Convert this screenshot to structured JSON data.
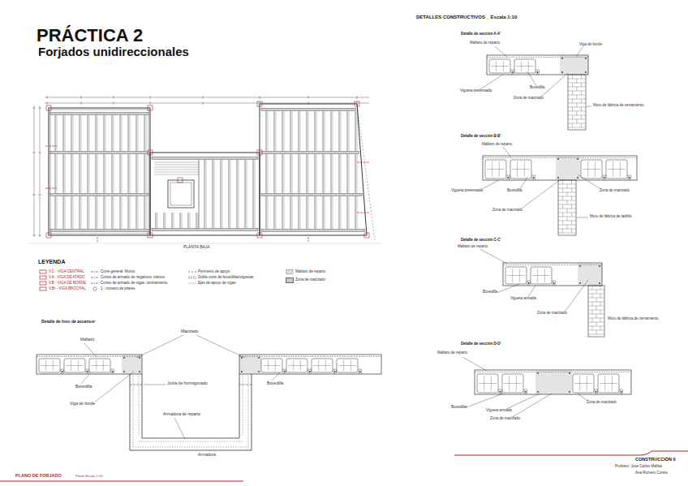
{
  "diagram": {
    "title": "PRÁCTICA 2",
    "labels": [
      "Forjados unidireccionales",
      "PLANTA BAJA",
      "LEYENDA",
      "Detalle de foso de ascensor",
      "Macizado",
      "Mallazo",
      "Bovedilla",
      "Viga de borde",
      "Junta de hormigonado",
      "Armadura de reparto",
      "Armadura",
      "Bovedilla",
      "DETALLES CONSTRUCTIVOS _ Escala 1:10",
      "Detalle de sección A-A'",
      "Mallazo de reparto",
      "Viga de borde",
      "Vigueta pretensada",
      "Bovedilla",
      "Zona de macizado",
      "Muro de fábrica de cerramiento",
      "Detalle de sección B-B'",
      "Mallazo de reparto",
      "Vigueta pretensada",
      "Bovedilla",
      "Zona de macizado",
      "Zona de macizado",
      "Muro de fábrica de ladrillo",
      "Detalle de sección C-C'",
      "Mallazo de reparto",
      "Bovedilla",
      "Vigueta armada",
      "Zona de macizado",
      "Muro de fábrica de cerramiento",
      "Detalle de sección D-D'",
      "Mallazo de reparto",
      "Bovedillas",
      "Vigueta armada",
      "Zona de macizado",
      "Zona de macizado",
      "CONSTRUCCIÓN II",
      "Profesor: Jose Carlos Mañas",
      "Ana Romero Cortés",
      "PLANO DE FORJADO",
      "Planta Escala 1:50"
    ],
    "legend": [
      {
        "text": "V.C - VIGA CENTRAL"
      },
      {
        "text": "V.A - VIGA DE ATADO"
      },
      {
        "text": "V.B - VIGA DE BORDE"
      },
      {
        "text": "V.Br - VIGA BROCHAL"
      },
      {
        "text": "Corte general: Muros"
      },
      {
        "text": "Cortes de armado de negativos: tramos"
      },
      {
        "text": "Cortes de armado de vigas: centramiento"
      },
      {
        "text": "1 - número de pilares"
      },
      {
        "text": "Perímetro de apoyo"
      },
      {
        "text": "Doble corte de bovedillas/viguetas"
      },
      {
        "text": "Ejes de apoyo de vigas"
      },
      {
        "text": "Mallazo de reparto"
      },
      {
        "text": "Zona de macizado",
        "color": "#c8c8c8"
      }
    ]
  }
}
